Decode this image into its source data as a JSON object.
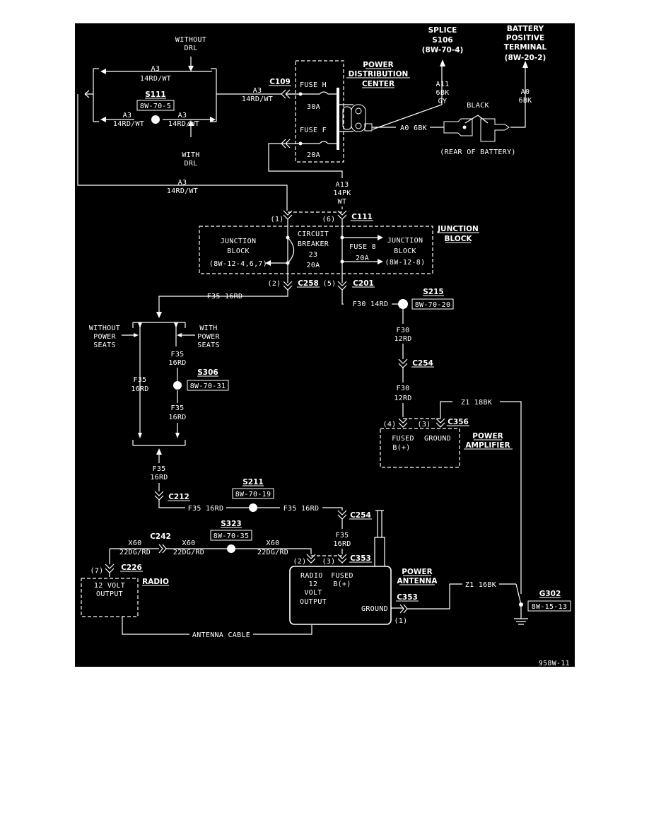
{
  "diagram": {
    "figure_id": "958W-11",
    "without_drl": [
      "WITHOUT",
      "DRL"
    ],
    "with_drl": [
      "WITH",
      "DRL"
    ],
    "wire_a3_l1": "A3",
    "wire_a3_l2": "14RD/WT",
    "s111": {
      "name": "S111",
      "ref": "8W-70-5"
    },
    "c109": "C109",
    "fuse_h": "FUSE H",
    "fuse_h_rating": "30A",
    "fuse_f": "FUSE F",
    "fuse_f_rating": "20A",
    "pdc": [
      "POWER",
      "DISTRIBUTION",
      "CENTER"
    ],
    "splice_s106": [
      "SPLICE",
      "S106",
      "(8W-70-4)"
    ],
    "a11": [
      "A11",
      "6BK",
      "GY"
    ],
    "battery_pos": [
      "BATTERY",
      "POSITIVE",
      "TERMINAL",
      "(8W-20-2)"
    ],
    "a0_vert": [
      "A0",
      "6BK"
    ],
    "black": "BLACK",
    "a0_horiz": "A0 6BK",
    "rear_battery": "(REAR OF BATTERY)",
    "a13": [
      "A13",
      "14PK",
      "WT"
    ],
    "pin1": "(1)",
    "pin6": "(6)",
    "c111": "C111",
    "junction_block_label": [
      "JUNCTION",
      "BLOCK"
    ],
    "jb_left": [
      "JUNCTION",
      "BLOCK",
      "(8W-12-4,6,7)"
    ],
    "circuit_breaker": [
      "CIRCUIT",
      "BREAKER",
      "23",
      "20A"
    ],
    "fuse8": "FUSE 8",
    "fuse8_rating": "20A",
    "jb_right": [
      "JUNCTION",
      "BLOCK",
      "(8W-12-8)"
    ],
    "pin2": "(2)",
    "c258": "C258",
    "pin5": "(5)",
    "c201": "C201",
    "f35_16rd": "F35 16RD",
    "f30_14rd": "F30 14RD",
    "s215": {
      "name": "S215",
      "ref": "8W-70-20"
    },
    "without_power_seats": [
      "WITHOUT",
      "POWER",
      "SEATS"
    ],
    "with_power_seats": [
      "WITH",
      "POWER",
      "SEATS"
    ],
    "f35": "F35",
    "rd16": "16RD",
    "s306": {
      "name": "S306",
      "ref": "8W-70-31"
    },
    "f30": "F30",
    "rd12": "12RD",
    "c254": "C254",
    "z1_18bk": "Z1 18BK",
    "pin4": "(4)",
    "pin3": "(3)",
    "c356": "C356",
    "fused_b_plus": [
      "FUSED",
      "B(+)"
    ],
    "ground": "GROUND",
    "power_amplifier": [
      "POWER",
      "AMPLIFIER"
    ],
    "s211": {
      "name": "S211",
      "ref": "8W-70-19"
    },
    "c212": "C212",
    "c242": "C242",
    "x60": "X60",
    "dg22": "22DG/RD",
    "s323": {
      "name": "S323",
      "ref": "8W-70-35"
    },
    "pin7": "(7)",
    "c226": "C226",
    "radio_out": [
      "12 VOLT",
      "OUTPUT"
    ],
    "radio": "RADIO",
    "c353": "C353",
    "antenna_radio": [
      "RADIO",
      "12",
      "VOLT",
      "OUTPUT"
    ],
    "antenna_fused": [
      "FUSED",
      "B(+)"
    ],
    "power_antenna": [
      "POWER",
      "ANTENNA"
    ],
    "z1_16bk": "Z1 16BK",
    "g302": {
      "name": "G302",
      "ref": "8W-15-13"
    },
    "antenna_cable": "ANTENNA CABLE"
  }
}
